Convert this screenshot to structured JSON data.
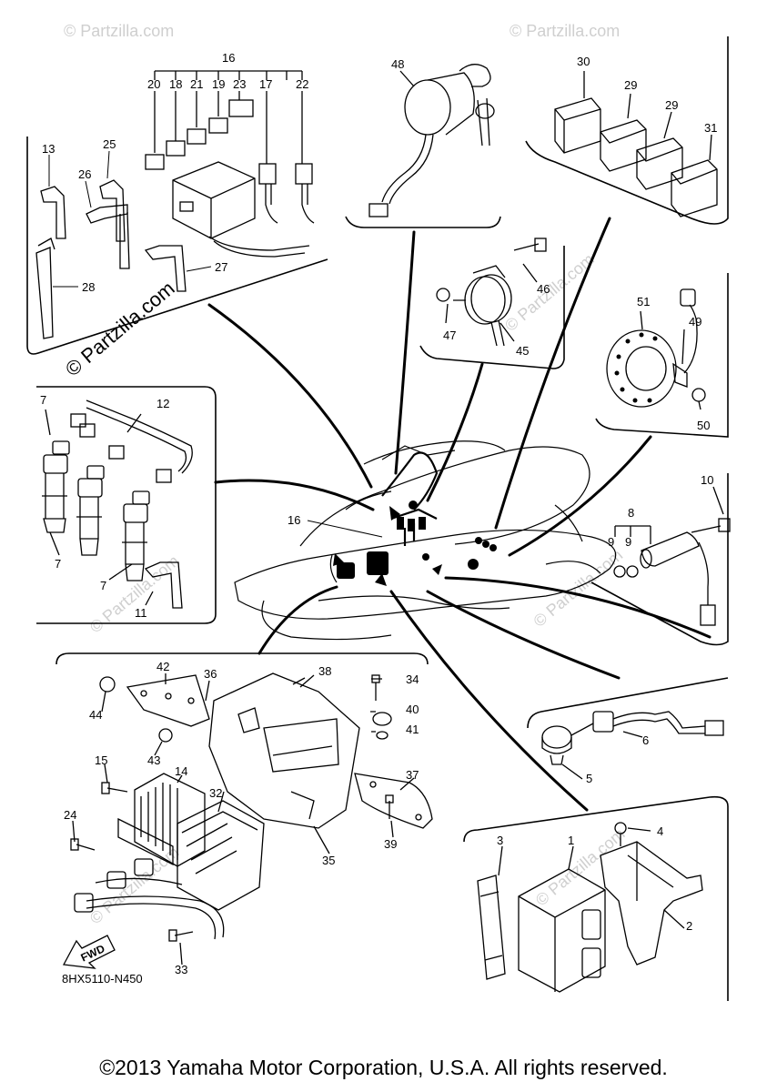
{
  "watermarks": {
    "site": "© Partzilla.com"
  },
  "part_labels": {
    "p1": "1",
    "p2": "2",
    "p3": "3",
    "p4": "4",
    "p5": "5",
    "p6": "6",
    "p7a": "7",
    "p7b": "7",
    "p7c": "7",
    "p8": "8",
    "p9a": "9",
    "p9b": "9",
    "p10": "10",
    "p11": "11",
    "p12": "12",
    "p13": "13",
    "p14": "14",
    "p15": "15",
    "p16a": "16",
    "p16b": "16",
    "p17": "17",
    "p18": "18",
    "p19": "19",
    "p20": "20",
    "p21": "21",
    "p22": "22",
    "p23": "23",
    "p24": "24",
    "p25": "25",
    "p26": "26",
    "p27": "27",
    "p28": "28",
    "p29a": "29",
    "p29b": "29",
    "p30": "30",
    "p31": "31",
    "p32": "32",
    "p33": "33",
    "p34": "34",
    "p35": "35",
    "p36": "36",
    "p37": "37",
    "p38": "38",
    "p39": "39",
    "p40": "40",
    "p41": "41",
    "p42": "42",
    "p43": "43",
    "p44": "44",
    "p45": "45",
    "p46": "46",
    "p47": "47",
    "p48": "48",
    "p49": "49",
    "p50": "50",
    "p51": "51"
  },
  "fwd_label": "FWD",
  "diagram_code": "8HX5110-N450",
  "copyright": "©2013 Yamaha Motor Corporation, U.S.A. All rights reserved."
}
